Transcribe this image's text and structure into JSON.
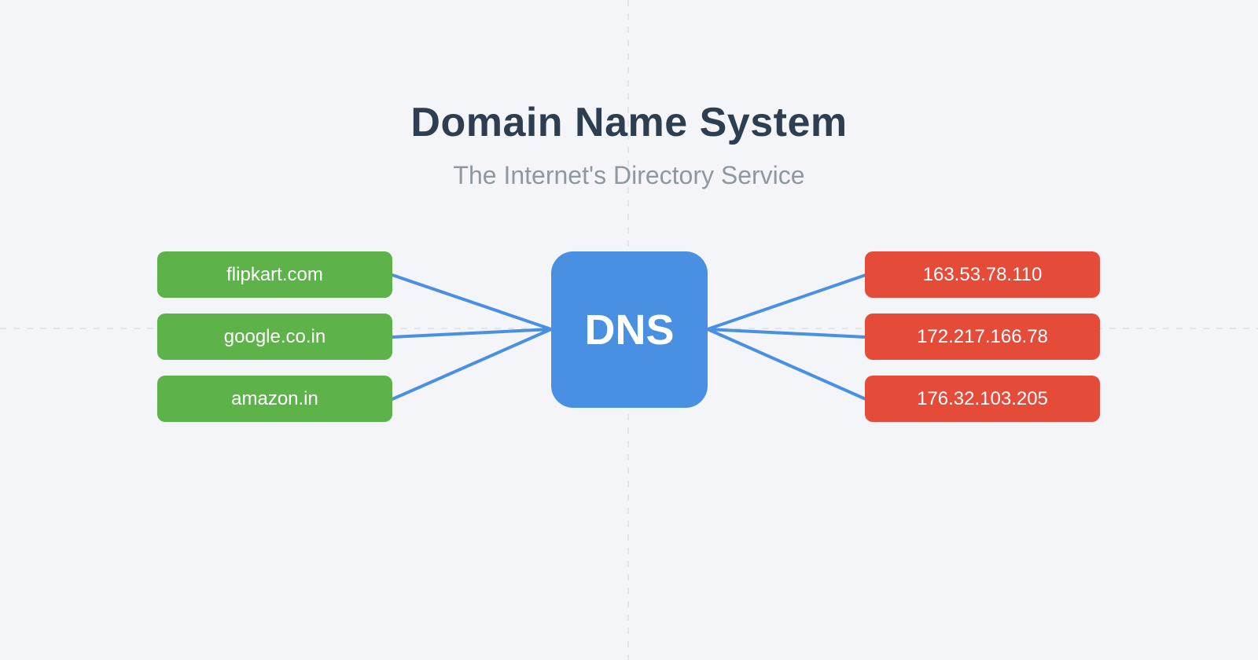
{
  "page": {
    "title": "Domain Name System",
    "subtitle": "The Internet's Directory Service"
  },
  "dns_node": {
    "label": "DNS"
  },
  "domains": [
    {
      "label": "flipkart.com"
    },
    {
      "label": "google.co.in"
    },
    {
      "label": "amazon.in"
    }
  ],
  "ip_addresses": [
    {
      "label": "163.53.78.110"
    },
    {
      "label": "172.217.166.78"
    },
    {
      "label": "176.32.103.205"
    }
  ],
  "connections": [
    {
      "from": "flipkart.com",
      "to": "DNS"
    },
    {
      "from": "google.co.in",
      "to": "DNS"
    },
    {
      "from": "amazon.in",
      "to": "DNS"
    },
    {
      "from": "DNS",
      "to": "163.53.78.110"
    },
    {
      "from": "DNS",
      "to": "172.217.166.78"
    },
    {
      "from": "DNS",
      "to": "176.32.103.205"
    }
  ],
  "colors": {
    "background": "#f3f5f9",
    "domain_node": "#5db24a",
    "ip_node": "#e44b38",
    "dns_node": "#4a90e2",
    "connector_line": "#4a90e2",
    "title_text": "#2d3e50",
    "subtitle_text": "#8d98a1",
    "node_text": "#ffffff",
    "guide_line": "#e0e6ee"
  }
}
